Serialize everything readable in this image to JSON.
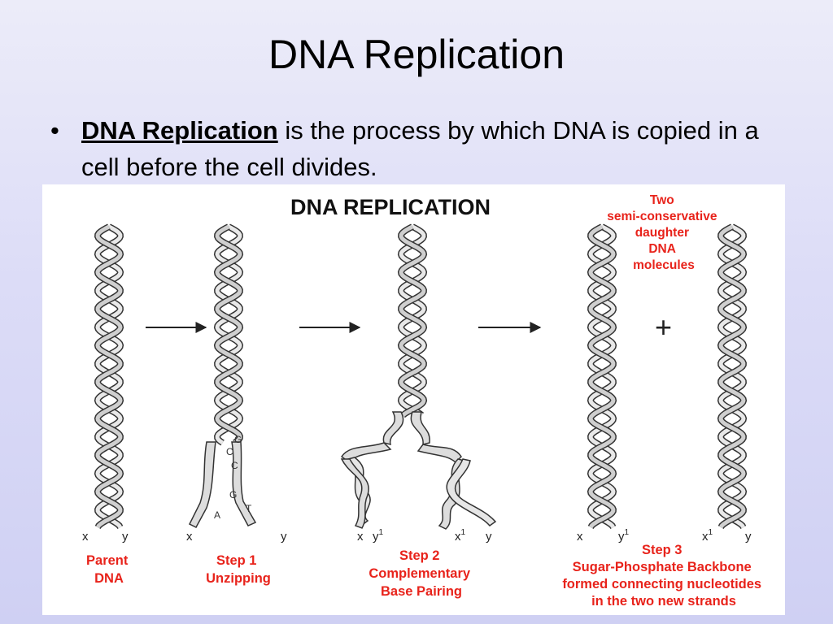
{
  "slide": {
    "title": "DNA Replication",
    "bullet_marker": "•",
    "bullet_term": "DNA Replication",
    "bullet_text": " is the process by which DNA is copied in a cell before the cell divides."
  },
  "diagram": {
    "title": "DNA REPLICATION",
    "plus": "+",
    "top_label_lines": [
      "Two",
      "semi-conservative",
      "daughter",
      "DNA",
      "molecules"
    ],
    "parent_lines": [
      "Parent",
      "DNA"
    ],
    "step1_lines": [
      "Step 1",
      "Unzipping"
    ],
    "step2_lines": [
      "Step 2",
      "Complementary",
      "Base Pairing"
    ],
    "step3_lines": [
      "Step 3",
      "Sugar-Phosphate Backbone",
      "formed connecting nucleotides",
      "in the two new strands"
    ],
    "bases": {
      "g1": "G",
      "c1": "C",
      "c2": "C",
      "g2": "G",
      "t": "T",
      "a": "A"
    },
    "strand_labels": {
      "p_x": "x",
      "p_y": "y",
      "s1_x": "x",
      "s1_y": "y",
      "s2_x": "x",
      "s2_y": "y",
      "s2_y_sup": "1",
      "s2_x1": "x",
      "s2_x1_sup": "1",
      "s2_y2": "y",
      "d1_x": "x",
      "d1_y": "y",
      "d1_y_sup": "1",
      "d2_x": "x",
      "d2_x_sup": "1",
      "d2_y": "y"
    }
  }
}
